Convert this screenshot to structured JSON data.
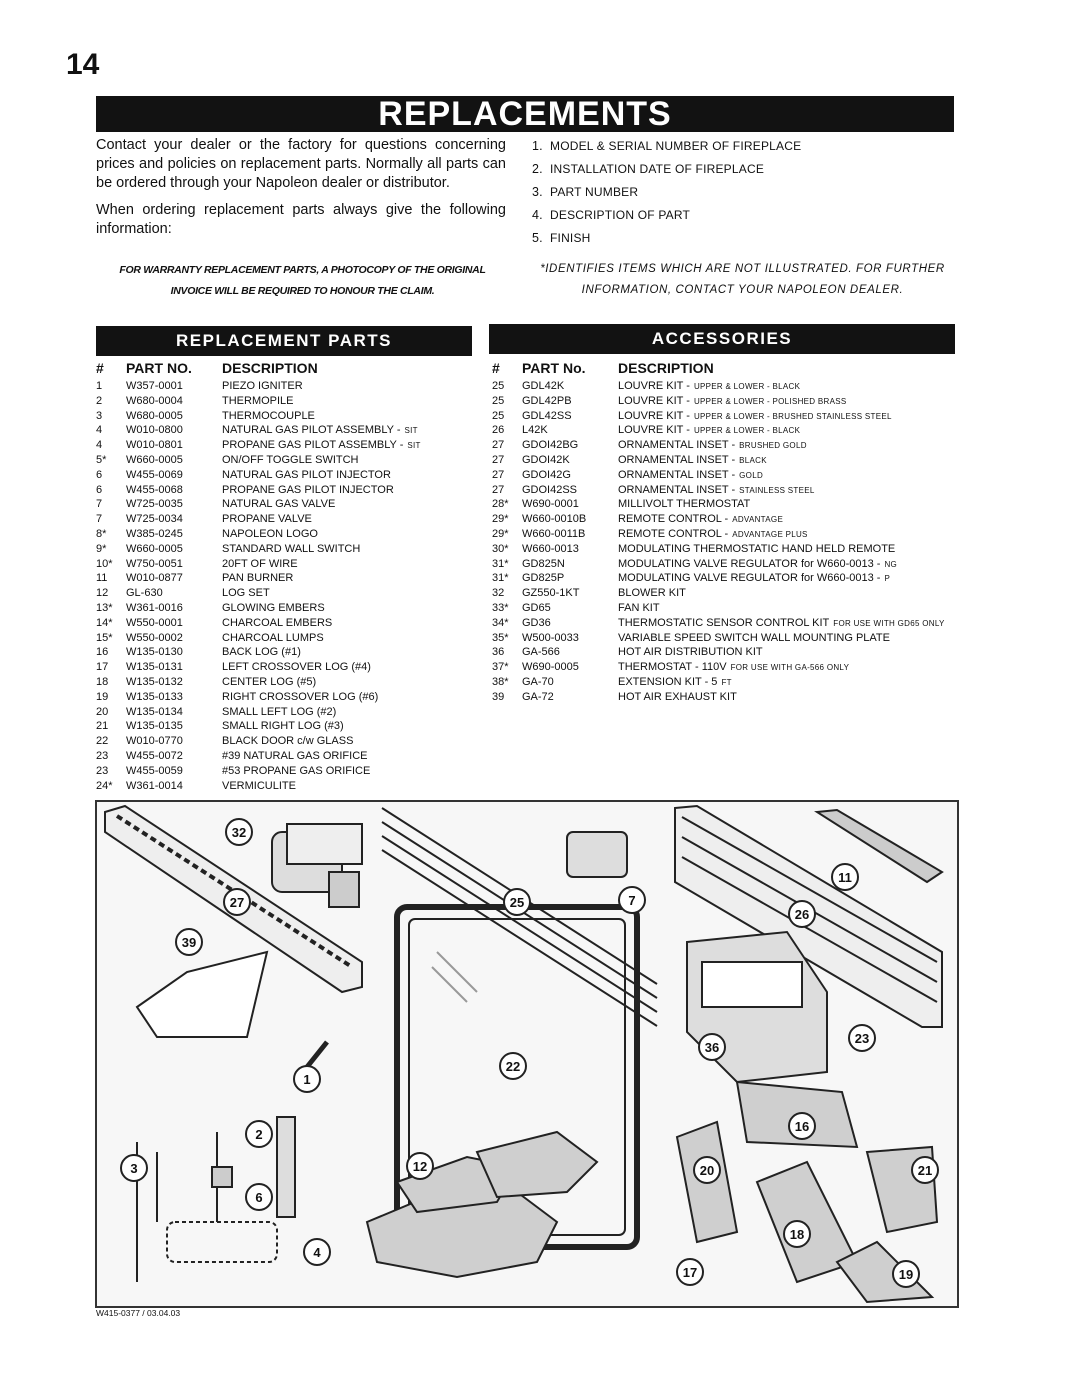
{
  "page_number": "14",
  "title": "REPLACEMENTS",
  "intro": {
    "p1": "Contact your dealer or the factory for questions concerning prices and policies on replacement parts. Normally all parts can be ordered through your Napoleon dealer or distributor.",
    "p2": "When ordering replacement parts always give the following information:"
  },
  "ordering_info": [
    {
      "n": "1.",
      "text": "Model & Serial Number of fireplace"
    },
    {
      "n": "2.",
      "text": "Installation date of fireplace"
    },
    {
      "n": "3.",
      "text": "Part Number"
    },
    {
      "n": "4.",
      "text": "Description of part"
    },
    {
      "n": "5.",
      "text": "Finish"
    }
  ],
  "warranty_note": "For warranty replacement parts, a photocopy of the original invoice will be required to honour the claim.",
  "illustration_note": "*identifies items which are not illustrated. For further information, contact your Napoleon dealer.",
  "replacement_parts": {
    "heading": "REPLACEMENT PARTS",
    "col_num": "#",
    "col_part": "PART NO.",
    "col_desc": "DESCRIPTION",
    "rows": [
      {
        "num": "1",
        "part": "W357-0001",
        "desc": "PIEZO IGNITER",
        "note": ""
      },
      {
        "num": "2",
        "part": "W680-0004",
        "desc": "THERMOPILE",
        "note": ""
      },
      {
        "num": "3",
        "part": "W680-0005",
        "desc": "THERMOCOUPLE",
        "note": ""
      },
      {
        "num": "4",
        "part": "W010-0800",
        "desc": "NATURAL GAS PILOT ASSEMBLY -",
        "note": "SIT"
      },
      {
        "num": "4",
        "part": "W010-0801",
        "desc": "PROPANE GAS PILOT ASSEMBLY -",
        "note": "SIT"
      },
      {
        "num": "5*",
        "part": "W660-0005",
        "desc": "ON/OFF TOGGLE SWITCH",
        "note": ""
      },
      {
        "num": "6",
        "part": "W455-0069",
        "desc": "NATURAL GAS PILOT INJECTOR",
        "note": ""
      },
      {
        "num": "6",
        "part": "W455-0068",
        "desc": "PROPANE GAS PILOT INJECTOR",
        "note": ""
      },
      {
        "num": "7",
        "part": "W725-0035",
        "desc": "NATURAL GAS VALVE",
        "note": ""
      },
      {
        "num": "7",
        "part": "W725-0034",
        "desc": "PROPANE VALVE",
        "note": ""
      },
      {
        "num": "8*",
        "part": "W385-0245",
        "desc": "NAPOLEON LOGO",
        "note": ""
      },
      {
        "num": "9*",
        "part": "W660-0005",
        "desc": "STANDARD WALL SWITCH",
        "note": ""
      },
      {
        "num": "10*",
        "part": "W750-0051",
        "desc": "20FT OF WIRE",
        "note": ""
      },
      {
        "num": "11",
        "part": "W010-0877",
        "desc": "PAN BURNER",
        "note": ""
      },
      {
        "num": "12",
        "part": "GL-630",
        "desc": "LOG SET",
        "note": ""
      },
      {
        "num": "13*",
        "part": "W361-0016",
        "desc": "GLOWING EMBERS",
        "note": ""
      },
      {
        "num": "14*",
        "part": "W550-0001",
        "desc": "CHARCOAL EMBERS",
        "note": ""
      },
      {
        "num": "15*",
        "part": "W550-0002",
        "desc": "CHARCOAL LUMPS",
        "note": ""
      },
      {
        "num": "16",
        "part": "W135-0130",
        "desc": "BACK LOG (#1)",
        "note": ""
      },
      {
        "num": "17",
        "part": "W135-0131",
        "desc": "LEFT CROSSOVER LOG (#4)",
        "note": ""
      },
      {
        "num": "18",
        "part": "W135-0132",
        "desc": "CENTER LOG (#5)",
        "note": ""
      },
      {
        "num": "19",
        "part": "W135-0133",
        "desc": "RIGHT CROSSOVER LOG (#6)",
        "note": ""
      },
      {
        "num": "20",
        "part": "W135-0134",
        "desc": "SMALL LEFT LOG (#2)",
        "note": ""
      },
      {
        "num": "21",
        "part": "W135-0135",
        "desc": "SMALL RIGHT LOG (#3)",
        "note": ""
      },
      {
        "num": "22",
        "part": "W010-0770",
        "desc": "BLACK DOOR c/w GLASS",
        "note": ""
      },
      {
        "num": "23",
        "part": "W455-0072",
        "desc": "#39 NATURAL GAS ORIFICE",
        "note": ""
      },
      {
        "num": "23",
        "part": "W455-0059",
        "desc": "#53 PROPANE GAS ORIFICE",
        "note": ""
      },
      {
        "num": "24*",
        "part": "W361-0014",
        "desc": "VERMICULITE",
        "note": ""
      }
    ]
  },
  "accessories": {
    "heading": "ACCESSORIES",
    "col_num": "#",
    "col_part": "PART No.",
    "col_desc": "DESCRIPTION",
    "rows": [
      {
        "num": "25",
        "part": "GDL42K",
        "desc": "LOUVRE KIT -",
        "note": "upper & lower - black"
      },
      {
        "num": "25",
        "part": "GDL42PB",
        "desc": "LOUVRE KIT -",
        "note": "upper & lower - polished brass"
      },
      {
        "num": "25",
        "part": "GDL42SS",
        "desc": "LOUVRE KIT -",
        "note": "upper & lower - brushed stainless steel"
      },
      {
        "num": "26",
        "part": "L42K",
        "desc": "LOUVRE KIT -",
        "note": "upper & lower - black"
      },
      {
        "num": "27",
        "part": "GDOI42BG",
        "desc": "ORNAMENTAL INSET -",
        "note": "brushed gold"
      },
      {
        "num": "27",
        "part": "GDOI42K",
        "desc": "ORNAMENTAL INSET -",
        "note": "black"
      },
      {
        "num": "27",
        "part": "GDOI42G",
        "desc": "ORNAMENTAL INSET -",
        "note": "gold"
      },
      {
        "num": "27",
        "part": "GDOI42SS",
        "desc": "ORNAMENTAL INSET -",
        "note": "stainless steel"
      },
      {
        "num": "28*",
        "part": "W690-0001",
        "desc": "MILLIVOLT THERMOSTAT",
        "note": ""
      },
      {
        "num": "29*",
        "part": "W660-0010B",
        "desc": "REMOTE CONTROL -",
        "note": "advantage"
      },
      {
        "num": "29*",
        "part": "W660-0011B",
        "desc": "REMOTE CONTROL -",
        "note": "advantage plus"
      },
      {
        "num": "30*",
        "part": "W660-0013",
        "desc": "MODULATING THERMOSTATIC HAND HELD REMOTE",
        "note": ""
      },
      {
        "num": "31*",
        "part": "GD825N",
        "desc": "MODULATING VALVE REGULATOR for W660-0013 -",
        "note": "ng"
      },
      {
        "num": "31*",
        "part": "GD825P",
        "desc": "MODULATING VALVE REGULATOR for W660-0013 -",
        "note": "p"
      },
      {
        "num": "32",
        "part": "GZ550-1KT",
        "desc": "BLOWER KIT",
        "note": ""
      },
      {
        "num": "33*",
        "part": "GD65",
        "desc": "FAN KIT",
        "note": ""
      },
      {
        "num": "34*",
        "part": "GD36",
        "desc": "THERMOSTATIC SENSOR CONTROL KIT",
        "note": "for use with gd65 only"
      },
      {
        "num": "35*",
        "part": "W500-0033",
        "desc": "VARIABLE SPEED SWITCH WALL  MOUNTING PLATE",
        "note": ""
      },
      {
        "num": "36",
        "part": "GA-566",
        "desc": "HOT AIR DISTRIBUTION KIT",
        "note": ""
      },
      {
        "num": "37*",
        "part": "W690-0005",
        "desc": "THERMOSTAT - 110V",
        "note": "for use with GA-566 only"
      },
      {
        "num": "38*",
        "part": "GA-70",
        "desc": "EXTENSION KIT - 5",
        "note": "ft"
      },
      {
        "num": "39",
        "part": "GA-72",
        "desc": "HOT AIR EXHAUST KIT",
        "note": ""
      }
    ]
  },
  "diagram_callouts": [
    "32",
    "27",
    "39",
    "25",
    "7",
    "11",
    "26",
    "36",
    "23",
    "1",
    "22",
    "2",
    "3",
    "6",
    "4",
    "12",
    "16",
    "20",
    "21",
    "18",
    "17",
    "19"
  ],
  "doc_ref": "W415-0377 / 03.04.03"
}
